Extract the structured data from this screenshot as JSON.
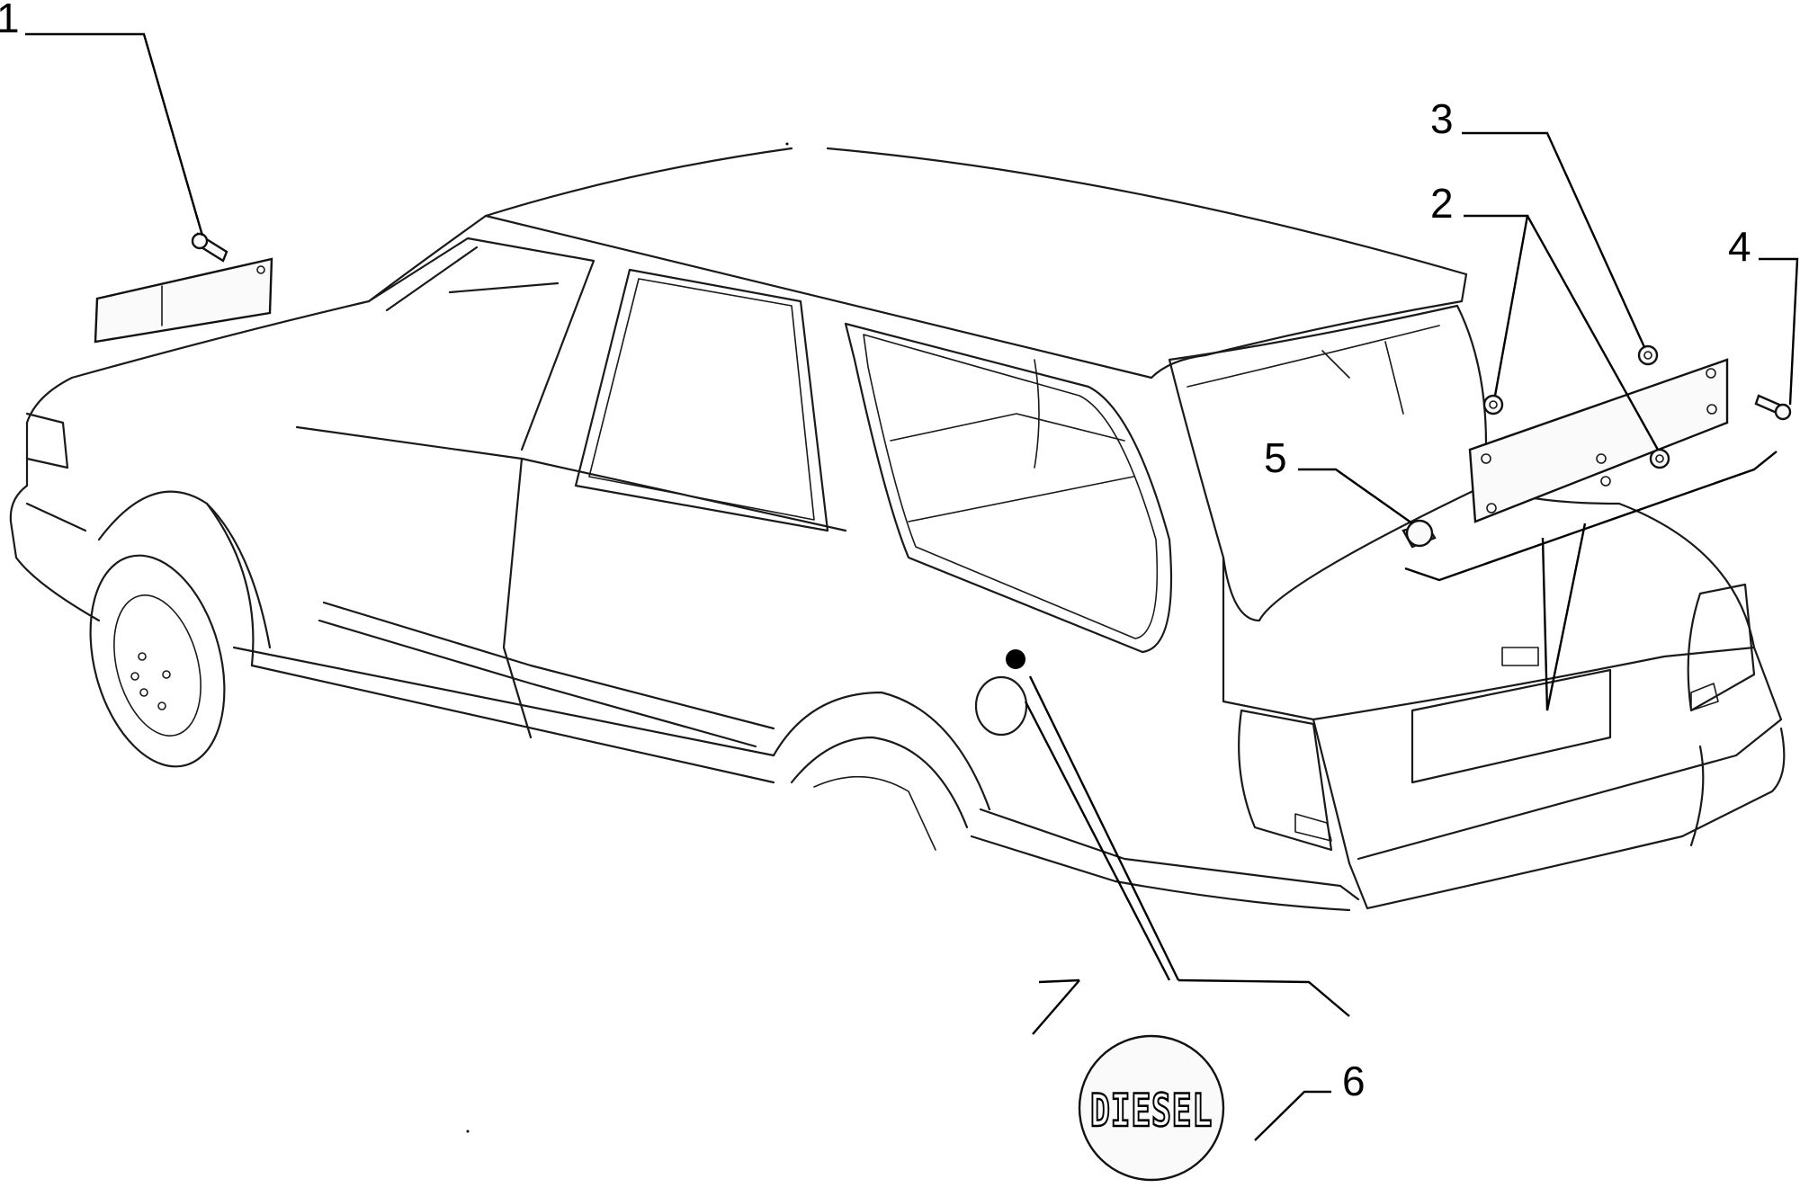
{
  "diagram": {
    "callouts": [
      {
        "id": "1",
        "label": "1"
      },
      {
        "id": "2",
        "label": "2"
      },
      {
        "id": "3",
        "label": "3"
      },
      {
        "id": "4",
        "label": "4"
      },
      {
        "id": "5",
        "label": "5"
      },
      {
        "id": "6",
        "label": "6"
      }
    ],
    "badge_text": "DIESEL"
  }
}
